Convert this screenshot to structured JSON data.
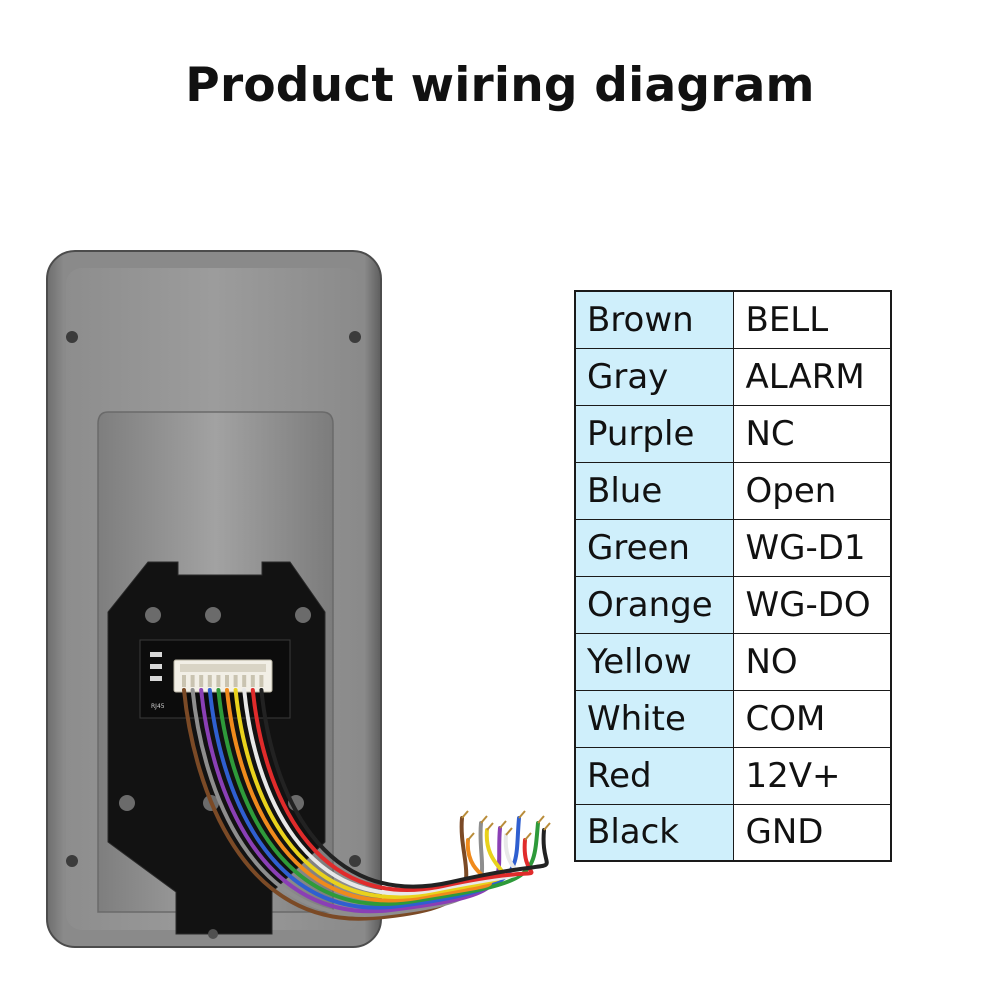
{
  "title": "Product wiring diagram",
  "device": {
    "board_label": "RJ45",
    "wire_colors": [
      "#7b4a26",
      "#8e8e8e",
      "#8a3fb5",
      "#2f5fd0",
      "#2e9a3a",
      "#f08a1c",
      "#e9d21c",
      "#f4f4f4",
      "#e02b2b",
      "#222222"
    ]
  },
  "wiring": {
    "header_color": "#cfeffb",
    "rows": [
      {
        "color": "Brown",
        "function": "BELL"
      },
      {
        "color": "Gray",
        "function": "ALARM"
      },
      {
        "color": "Purple",
        "function": "NC"
      },
      {
        "color": "Blue",
        "function": "Open"
      },
      {
        "color": "Green",
        "function": "WG-D1"
      },
      {
        "color": "Orange",
        "function": "WG-DO"
      },
      {
        "color": "Yellow",
        "function": "NO"
      },
      {
        "color": "White",
        "function": "COM"
      },
      {
        "color": "Red",
        "function": "12V+"
      },
      {
        "color": "Black",
        "function": "GND"
      }
    ]
  }
}
